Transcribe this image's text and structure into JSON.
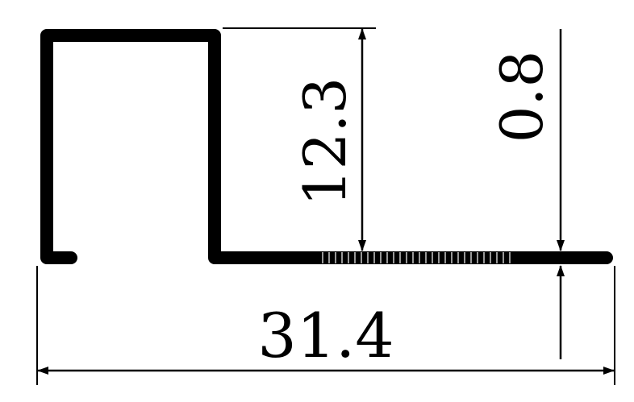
{
  "drawing": {
    "dimensions": {
      "overall_width": "31.4",
      "height": "12.3",
      "thickness": "0.8"
    },
    "colors": {
      "line": "#000000",
      "background": "#ffffff"
    }
  }
}
